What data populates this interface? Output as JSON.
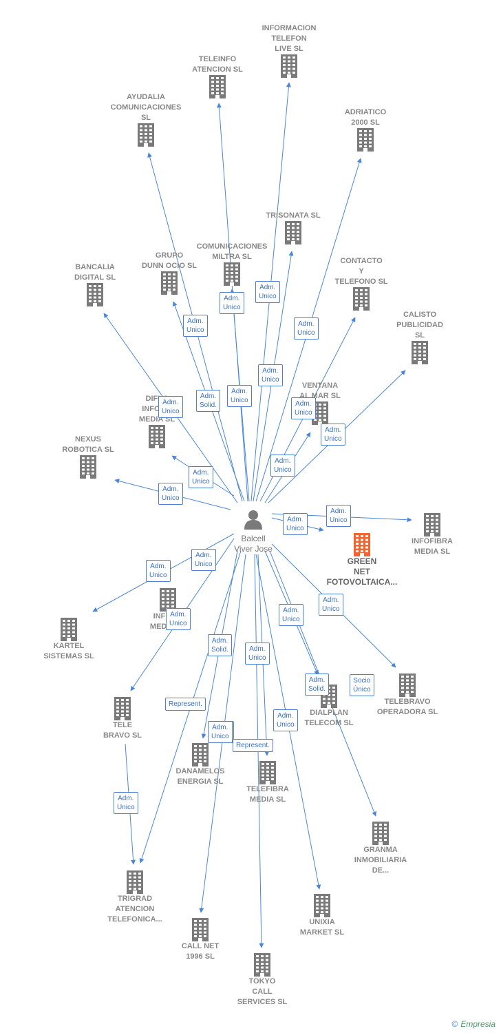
{
  "center": {
    "name": "Balcell\nViver Jose"
  },
  "colors": {
    "edge": "#4a86d8",
    "building": "#7a7a7a",
    "highlight": "#f26430",
    "badge_border": "#4a7fd4"
  },
  "nodes": [
    {
      "id": "informacion",
      "label": "INFORMACION\nTELEFON\nLIVE  SL"
    },
    {
      "id": "teleinfo",
      "label": "TELEINFO\nATENCION  SL"
    },
    {
      "id": "ayudalia",
      "label": "AYUDALIA\nCOMUNICACIONES\nSL"
    },
    {
      "id": "adriatico",
      "label": "ADRIATICO\n2000 SL"
    },
    {
      "id": "trisonata",
      "label": "TRISONATA SL"
    },
    {
      "id": "comunicaciones",
      "label": "COMUNICACIONES\nMILTRA  SL"
    },
    {
      "id": "grupo",
      "label": "GRUPO\nDUNN OCIO  SL"
    },
    {
      "id": "bancalia",
      "label": "BANCALIA\nDIGITAL  SL"
    },
    {
      "id": "contacto",
      "label": "CONTACTO\nY\nTELEFONO  SL"
    },
    {
      "id": "calisto",
      "label": "CALISTO\nPUBLICIDAD\nSL"
    },
    {
      "id": "ventana",
      "label": "VENTANA\nAL MAR SL"
    },
    {
      "id": "difus",
      "label": "DIFUS\nINFORM\nMEDIA  SL"
    },
    {
      "id": "nexus",
      "label": "NEXUS\nROBOTICA  SL"
    },
    {
      "id": "infofibra",
      "label": "INFOFIBRA\nMEDIA  SL"
    },
    {
      "id": "green",
      "label": "GREEN\nNET\nFOTOVOLTAICA..."
    },
    {
      "id": "infoco",
      "label": "INFOCO\nMEDIA SL"
    },
    {
      "id": "kartel",
      "label": "KARTEL\nSISTEMAS  SL"
    },
    {
      "id": "telebravo",
      "label": "TELEBRAVO\nOPERADORA SL"
    },
    {
      "id": "dialplan",
      "label": "DIALPLAN\nTELECOM SL"
    },
    {
      "id": "tele",
      "label": "TELE\nBRAVO SL"
    },
    {
      "id": "danamelos",
      "label": "DANAMELOS\nENERGIA  SL"
    },
    {
      "id": "telefibra",
      "label": "TELEFIBRA\nMEDIA  SL"
    },
    {
      "id": "granma",
      "label": "GRANMA\nINMOBILIARIA\nDE..."
    },
    {
      "id": "trigrad",
      "label": "TRIGRAD\nATENCION\nTELEFONICA..."
    },
    {
      "id": "unixia",
      "label": "UNIXIA\nMARKET  SL"
    },
    {
      "id": "callnet",
      "label": "CALL NET\n1996  SL"
    },
    {
      "id": "tokyo",
      "label": "TOKYO\nCALL\nSERVICES  SL"
    }
  ],
  "badges": [
    {
      "id": "b1",
      "text": "Adm.\nUnico"
    },
    {
      "id": "b2",
      "text": "Adm.\nUnico"
    },
    {
      "id": "b3",
      "text": "Adm.\nUnico"
    },
    {
      "id": "b4",
      "text": "Adm.\nUnico"
    },
    {
      "id": "b5",
      "text": "Adm.\nUnico"
    },
    {
      "id": "b6",
      "text": "Adm.\nSolid."
    },
    {
      "id": "b7",
      "text": "Adm.\nUnico"
    },
    {
      "id": "b8",
      "text": "Adm.\nUnico"
    },
    {
      "id": "b9",
      "text": "Adm.\nUnico"
    },
    {
      "id": "b10",
      "text": "Adm.\nUnico"
    },
    {
      "id": "b11",
      "text": "Adm.\nUnico"
    },
    {
      "id": "b12",
      "text": "Adm.\nUnico"
    },
    {
      "id": "b13",
      "text": "Adm.\nUnico"
    },
    {
      "id": "b14",
      "text": "Adm.\nUnico"
    },
    {
      "id": "b15",
      "text": "Adm.\nUnico"
    },
    {
      "id": "b16",
      "text": "Adm.\nUnico"
    },
    {
      "id": "b17",
      "text": "Adm.\nUnico"
    },
    {
      "id": "b18",
      "text": "Adm.\nUnico"
    },
    {
      "id": "b19",
      "text": "Adm.\nUnico"
    },
    {
      "id": "b20",
      "text": "Adm.\nSolid."
    },
    {
      "id": "b21",
      "text": "Adm.\nUnico"
    },
    {
      "id": "b22",
      "text": "Adm.\nUnico"
    },
    {
      "id": "b23",
      "text": "Adm.\nUnico"
    },
    {
      "id": "b24",
      "text": "Adm.\nSolid."
    },
    {
      "id": "b25",
      "text": "Socio\nÚnico"
    },
    {
      "id": "b26",
      "text": "Represent."
    },
    {
      "id": "b27",
      "text": "Adm.\nUnico"
    },
    {
      "id": "b28",
      "text": "Adm.\nUnico"
    },
    {
      "id": "b29",
      "text": "Represent."
    },
    {
      "id": "b30",
      "text": "Adm.\nUnico"
    }
  ],
  "footer": {
    "copyright": "©",
    "brand": "Empresia"
  }
}
